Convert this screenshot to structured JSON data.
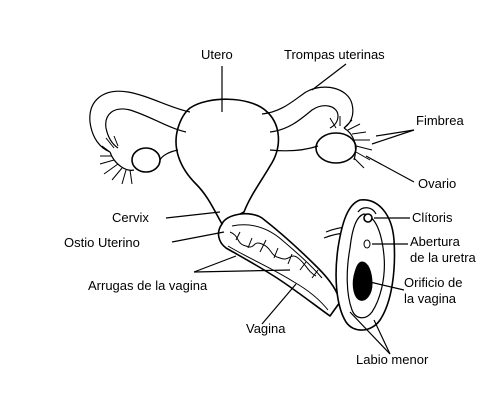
{
  "diagram": {
    "labels": {
      "utero": "Utero",
      "trompas": "Trompas uterinas",
      "fimbrea": "Fimbrea",
      "ovario": "Ovario",
      "cervix": "Cervix",
      "ostio": "Ostio Uterino",
      "clitoris": "Clítoris",
      "abertura_1": "Abertura",
      "abertura_2": "de la uretra",
      "arrugas": "Arrugas de la vagina",
      "orificio_1": "Orificio de",
      "orificio_2": "la vagina",
      "vagina": "Vagina",
      "labio": "Labio menor"
    }
  }
}
